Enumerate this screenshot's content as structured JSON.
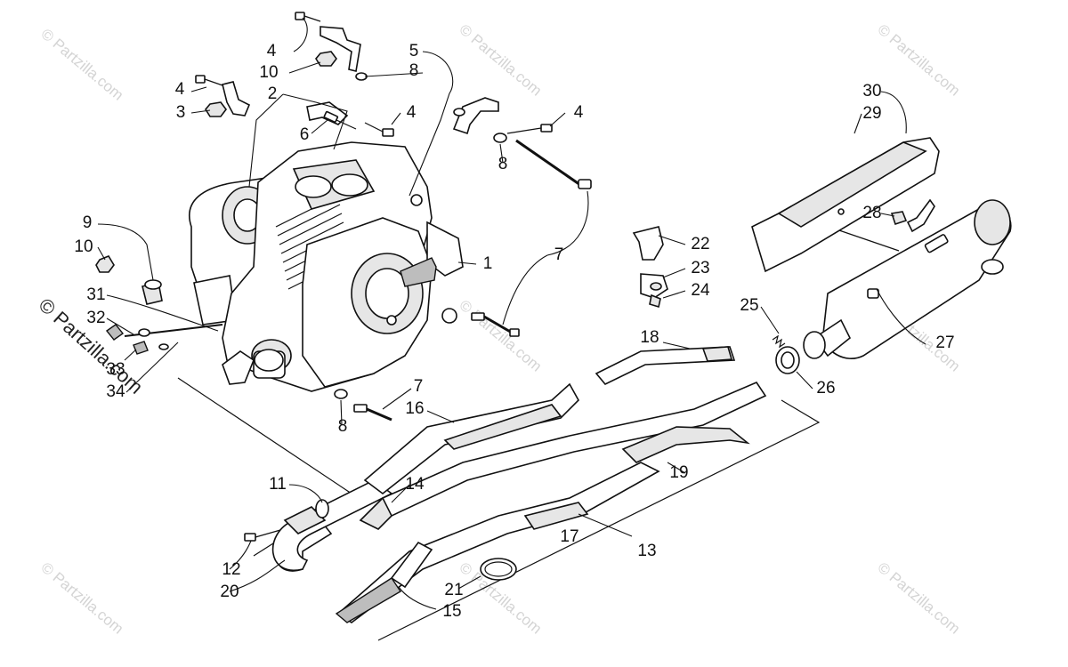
{
  "watermark_text": "© Partzilla.com",
  "labels": {
    "p1": "1",
    "p2": "2",
    "p3": "3",
    "p4a": "4",
    "p4b": "4",
    "p4c": "4",
    "p4d": "4",
    "p5": "5",
    "p6": "6",
    "p7a": "7",
    "p7b": "7",
    "p8a": "8",
    "p8b": "8",
    "p8c": "8",
    "p9": "9",
    "p10a": "10",
    "p10b": "10",
    "p11": "11",
    "p12": "12",
    "p13": "13",
    "p14": "14",
    "p15": "15",
    "p16": "16",
    "p17": "17",
    "p18": "18",
    "p19": "19",
    "p20": "20",
    "p21": "21",
    "p22": "22",
    "p23": "23",
    "p24": "24",
    "p25": "25",
    "p26": "26",
    "p27": "27",
    "p28": "28",
    "p29": "29",
    "p30": "30",
    "p31": "31",
    "p32": "32",
    "p33": "33",
    "p34": "34"
  }
}
